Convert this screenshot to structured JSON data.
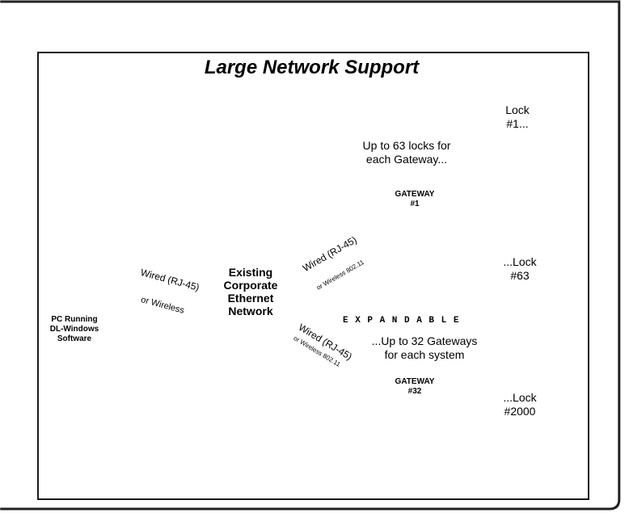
{
  "title": "Large Network Support",
  "pc": {
    "line1": "PC Running",
    "line2": "DL-Windows",
    "line3": "Software"
  },
  "link_pc": {
    "wired": "Wired (RJ-45)",
    "wireless": "or Wireless"
  },
  "network": {
    "line1": "Existing",
    "line2": "Corporate",
    "line3": "Ethernet",
    "line4": "Network"
  },
  "link_gw1": {
    "wired": "Wired (RJ-45)",
    "wireless": "or Wireless 802.11"
  },
  "link_gw32": {
    "wired": "Wired (RJ-45)",
    "wireless": "or Wireless 802.11"
  },
  "gateway1": {
    "line1": "GATEWAY",
    "line2": "#1"
  },
  "gateway32": {
    "line1": "GATEWAY",
    "line2": "#32"
  },
  "locks_note": {
    "line1": "Up to 63 locks for",
    "line2": "each Gateway..."
  },
  "expandable": "E X P A N D A B L E",
  "gateways_note": {
    "line1": "...Up to 32 Gateways",
    "line2": "for each system"
  },
  "lock1": {
    "line1": "Lock",
    "line2": "#1..."
  },
  "lock63": {
    "line1": "...Lock",
    "line2": "#63"
  },
  "lock2000": {
    "line1": "...Lock",
    "line2": "#2000"
  },
  "colors": {
    "border": "#1a1a1a",
    "arrow_dark": "#222222",
    "arrow_light": "#f2f2f2"
  }
}
